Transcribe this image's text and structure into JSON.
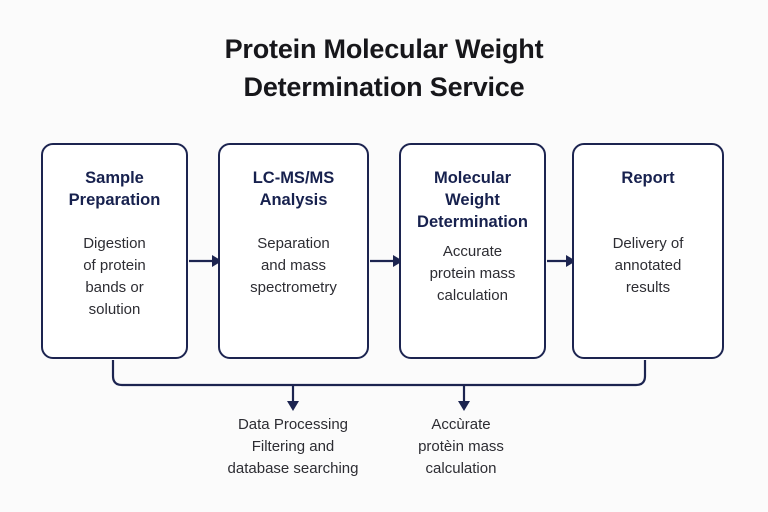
{
  "diagram": {
    "title": {
      "line1": "Protein Molecular Weight",
      "line2": "Determination Service"
    },
    "colors": {
      "background": "#fbfbfb",
      "box_fill": "#ffffff",
      "box_border": "#1c2450",
      "heading_text": "#17214e",
      "body_text": "#2d2d33",
      "title_text": "#17171b",
      "connector": "#1c2450"
    },
    "stages": [
      {
        "id": "sample-preparation",
        "title_line1": "Sample",
        "title_line2": "Preparation",
        "desc_line1": "Digestion",
        "desc_line2": "of protein",
        "desc_line3": "bands or",
        "desc_line4": "solution"
      },
      {
        "id": "lc-ms-ms-analysis",
        "title_line1": "LC-MS/MS",
        "title_line2": "Analysis",
        "desc_line1": "Separation",
        "desc_line2": "and mass",
        "desc_line3": "spectrometry",
        "desc_line4": ""
      },
      {
        "id": "molecular-weight-determination",
        "title_line1": "Molecular",
        "title_line2": "Weight",
        "title_line3": "Determination",
        "desc_line1": "Accurate",
        "desc_line2": "protein mass",
        "desc_line3": "calculation",
        "desc_line4": ""
      },
      {
        "id": "report",
        "title_line1": "Report",
        "title_line2": "",
        "desc_line1": "Delivery of",
        "desc_line2": "annotated",
        "desc_line3": "results",
        "desc_line4": ""
      }
    ],
    "outputs": [
      {
        "id": "data-processing",
        "line1": "Data Processing",
        "line2": "Filtering and",
        "line3": "database searching"
      },
      {
        "id": "accurate-protein-mass",
        "line1": "Accùrate",
        "line2": "protèin mass",
        "line3": "calculation"
      }
    ],
    "connectors": {
      "arrow_1_to_2": "arrow-right",
      "arrow_2_to_3": "arrow-right",
      "arrow_3_to_4": "arrow-right",
      "bus_arrow_left": "arrow-down",
      "bus_arrow_right": "arrow-down"
    }
  }
}
